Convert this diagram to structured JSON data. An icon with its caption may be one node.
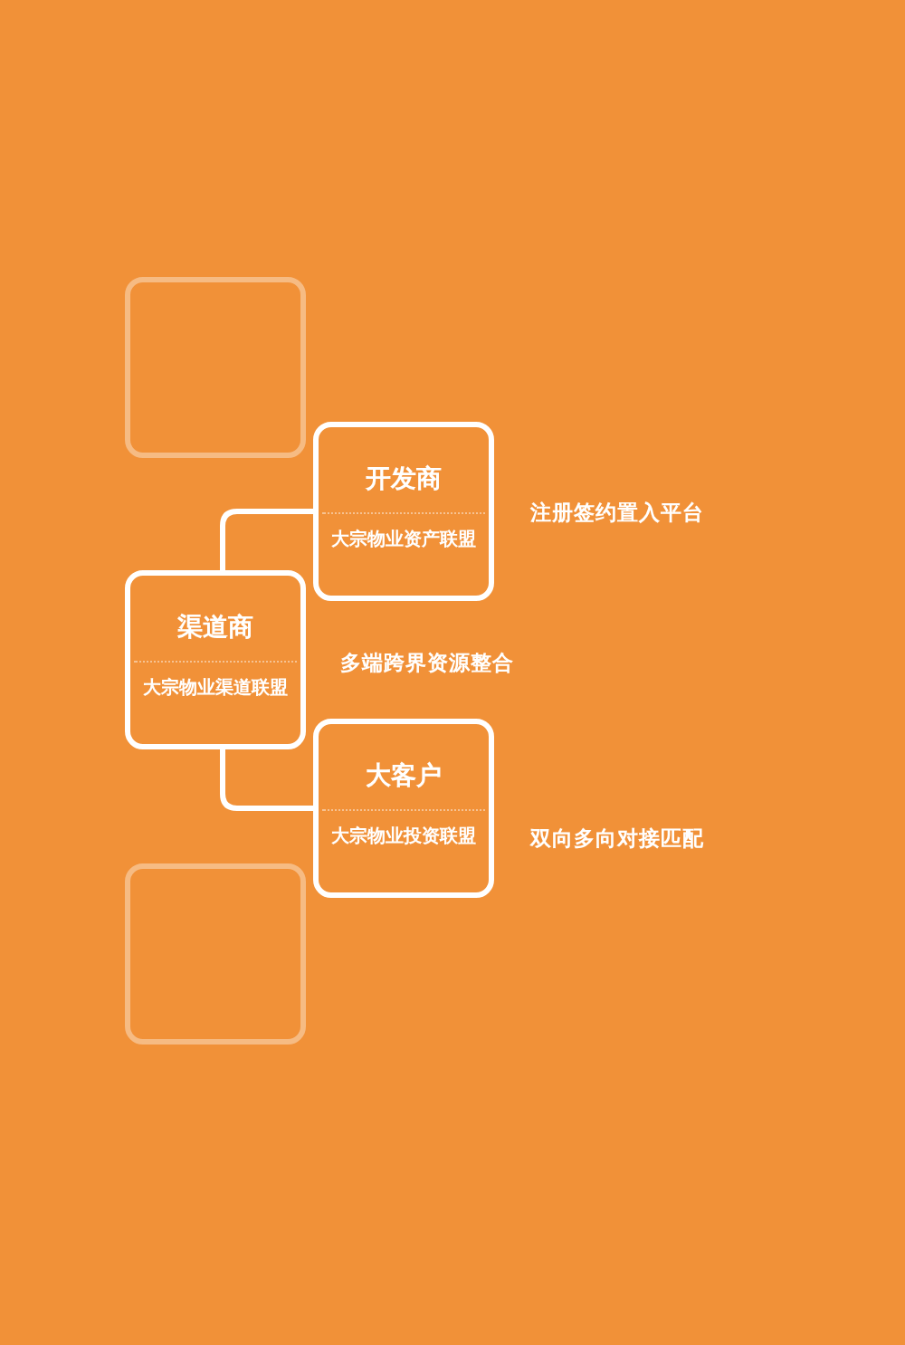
{
  "diagram": {
    "nodes": [
      {
        "text": [],
        "shape": "box"
      },
      {
        "text": [
          "开发商",
          "大宗物业资产联盟"
        ]
      },
      {
        "text": [
          "渠道商",
          "大宗物业渠道联盟"
        ]
      },
      {
        "text": [
          "大客户",
          "大宗物业投资联盟"
        ]
      },
      {
        "text": [],
        "shape": "box"
      }
    ],
    "edges": [
      {
        "from": 2,
        "to": 1,
        "arrow": "none"
      },
      {
        "from": 2,
        "to": 3,
        "arrow": "none"
      }
    ],
    "labels": [
      "注册签约置入平台",
      "多端跨界资源整合",
      "双向多向对接匹配"
    ]
  }
}
